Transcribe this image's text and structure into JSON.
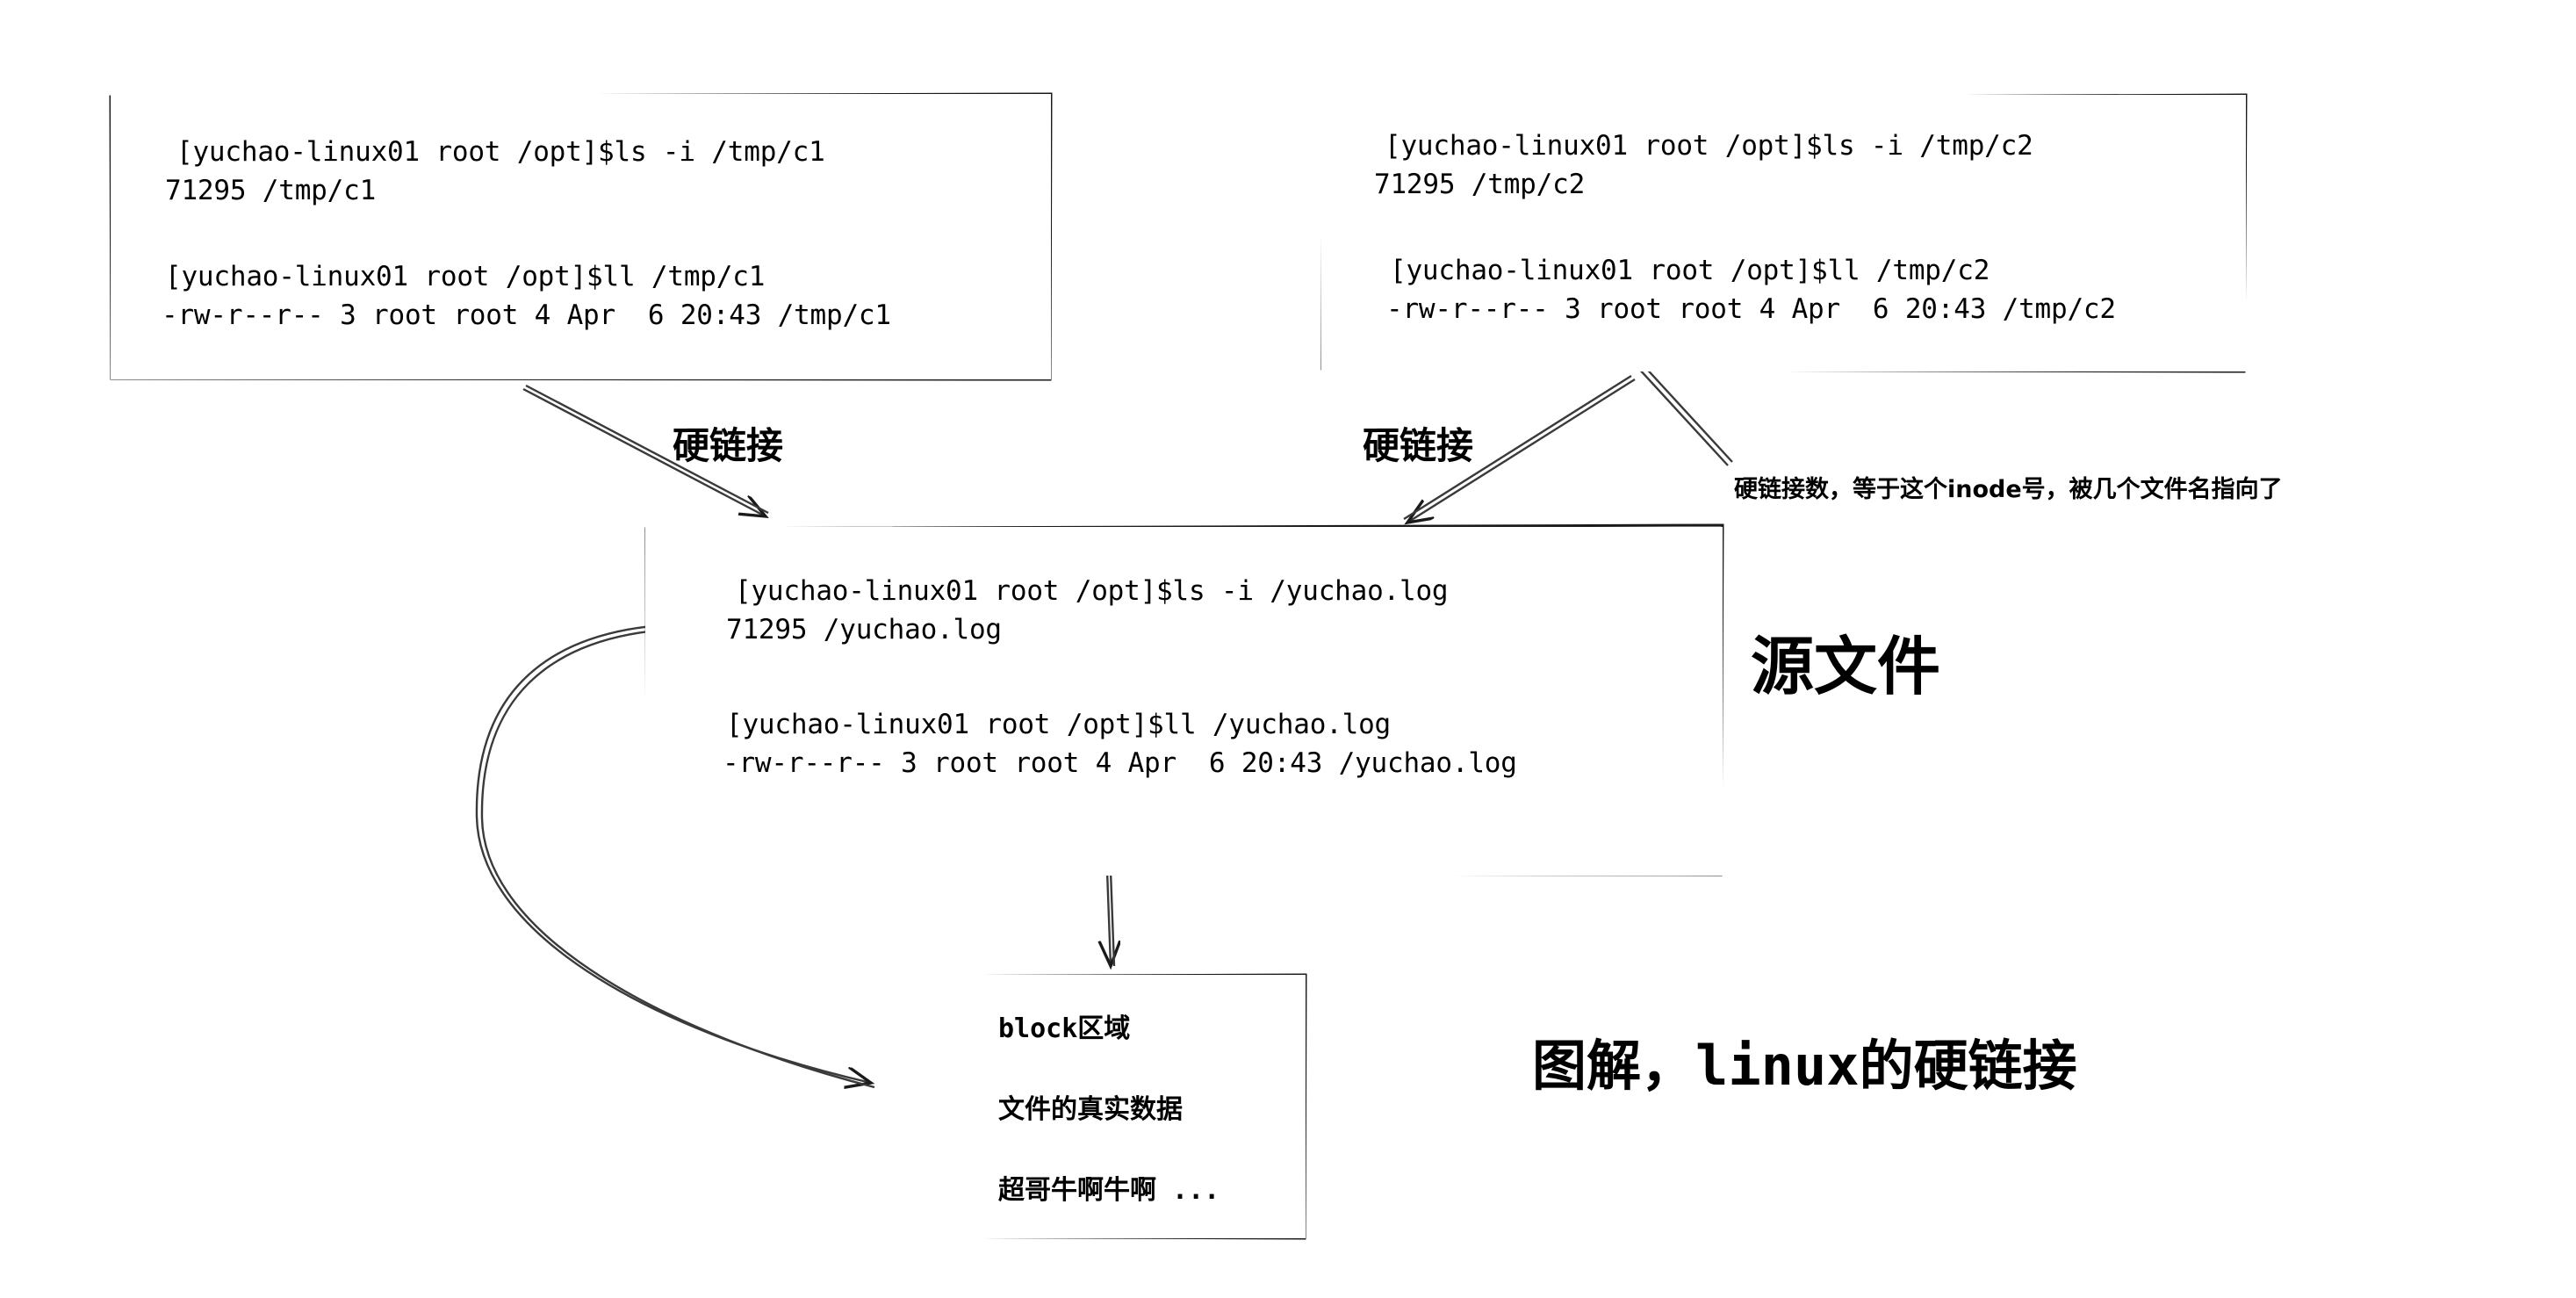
{
  "diagram": {
    "title": "图解，linux的硬链接",
    "source_label": "源文件",
    "annotation": "硬链接数，等于这个inode号，被几个文件名指向了",
    "link_label_left": "硬链接",
    "link_label_right": "硬链接"
  },
  "box_c1": {
    "name": "/tmp/c1 terminal box",
    "lines": [
      "[yuchao-linux01 root /opt]$ls -i /tmp/c1",
      "71295 /tmp/c1",
      "",
      "[yuchao-linux01 root /opt]$ll /tmp/c1",
      "-rw-r--r-- 3 root root 4 Apr  6 20:43 /tmp/c1"
    ]
  },
  "box_c2": {
    "name": "/tmp/c2 terminal box",
    "lines": [
      "[yuchao-linux01 root /opt]$ls -i /tmp/c2",
      "71295 /tmp/c2",
      "",
      "[yuchao-linux01 root /opt]$ll /tmp/c2",
      "-rw-r--r-- 3 root root 4 Apr  6 20:43 /tmp/c2"
    ]
  },
  "box_src": {
    "name": "/yuchao.log source terminal box",
    "lines": [
      "[yuchao-linux01 root /opt]$ls -i /yuchao.log",
      "71295 /yuchao.log",
      "",
      "[yuchao-linux01 root /opt]$ll /yuchao.log",
      "-rw-r--r-- 3 root root 4 Apr  6 20:43 /yuchao.log"
    ]
  },
  "box_block": {
    "name": "block area box",
    "lines": [
      "block区域",
      "文件的真实数据",
      "超哥牛啊牛啊 ..."
    ]
  },
  "colors": {
    "stroke": "#1a1a1a",
    "text": "#000000",
    "background": "#ffffff"
  }
}
